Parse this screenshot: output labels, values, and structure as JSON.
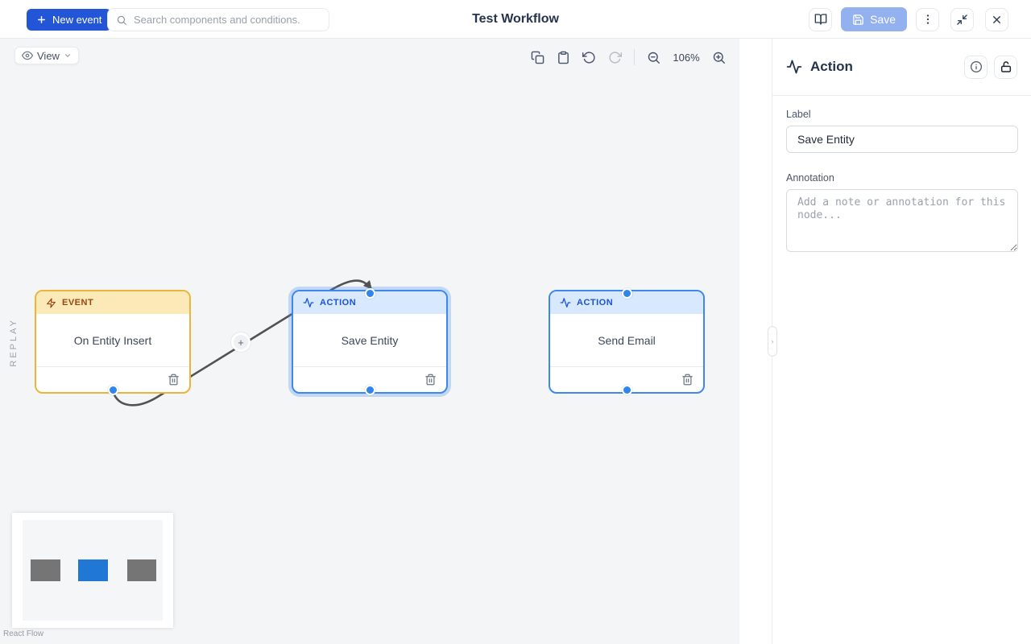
{
  "topbar": {
    "new_event": "New event",
    "search_placeholder": "Search components and conditions.",
    "title": "Test Workflow",
    "save": "Save"
  },
  "canvas": {
    "view": "View",
    "zoom_level": "106%",
    "attribution": "React Flow",
    "edge_add": "+",
    "nodes": [
      {
        "type": "EVENT",
        "label": "On Entity Insert"
      },
      {
        "type": "ACTION",
        "label": "Save Entity"
      },
      {
        "type": "ACTION",
        "label": "Send Email"
      }
    ]
  },
  "replay": {
    "label": "REPLAY"
  },
  "panel": {
    "title": "Action",
    "fields": {
      "label": {
        "label": "Label",
        "value": "Save Entity"
      },
      "annotation": {
        "label": "Annotation",
        "placeholder": "Add a note or annotation for this node..."
      }
    }
  },
  "colors": {
    "accent_blue": "#2356d7",
    "save_button_disabled": "#93b1ef",
    "event_border": "#ecb53a",
    "event_header_bg": "#fbeab8",
    "event_text": "#9a440f",
    "action_border": "#3d87ee",
    "action_header_bg": "#d8e8fd",
    "action_text": "#1c54d9",
    "handle_blue": "#2f86eb",
    "edge_gray": "#525252",
    "minimap_node_gray": "#757575",
    "minimap_node_blue": "#2178d4",
    "canvas_bg": "#f4f5f6"
  }
}
